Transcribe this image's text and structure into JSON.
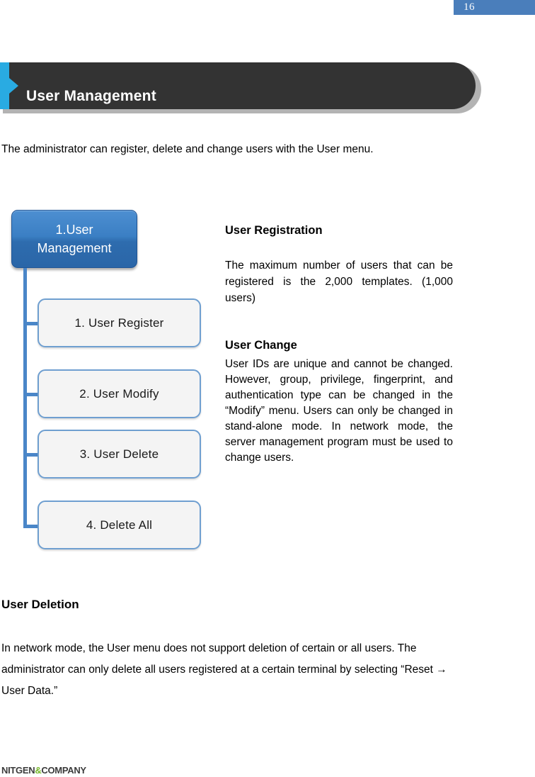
{
  "page": {
    "number": "16"
  },
  "banner": {
    "title": "User Management",
    "accent_color": "#29abe2",
    "bar_color": "#333333"
  },
  "intro": {
    "text": "The administrator can register, delete and change users with the User menu."
  },
  "diagram": {
    "root": {
      "line1": "1.User",
      "line2": "Management"
    },
    "leaves": [
      {
        "label": "1. User Register"
      },
      {
        "label": "2. User Modify"
      },
      {
        "label": "3. User Delete"
      },
      {
        "label": "4. Delete All"
      }
    ],
    "node_color": "#4a86c8",
    "leaf_bg": "#f4f4f4"
  },
  "sections": [
    {
      "heading": "User Registration",
      "body": "The maximum number of users that can be registered is the 2,000 templates. (1,000 users)"
    },
    {
      "heading": "User Change",
      "body": "User IDs are unique and cannot be changed. However, group, privilege, fingerprint, and authentication type can be changed in the “Modify” menu. Users can only be changed in stand-alone mode. In network mode, the server management program must be used to change users."
    }
  ],
  "bottom": {
    "heading": "User Deletion",
    "body": "In network mode, the User menu does not support deletion of certain or all users. The administrator can only delete all users registered at a certain terminal by selecting “Reset → User Data.”"
  },
  "footer": {
    "brand_left": "NITGEN",
    "brand_amp": "&",
    "brand_right": "COMPANY",
    "amp_color": "#76b82a"
  }
}
